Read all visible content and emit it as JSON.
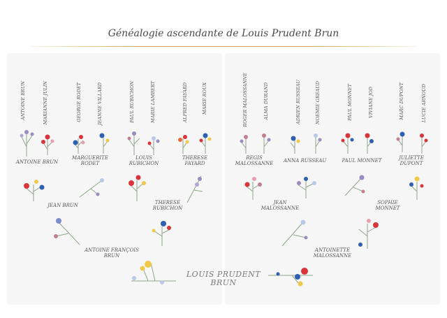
{
  "title": "Généalogie ascendante de Louis Prudent Brun",
  "generation4": [
    "ANTOINE BRUN",
    "MARIANNE JULIN",
    "GEORGE RODET",
    "JEANNE VILLARD",
    "PAUL RUBICHON",
    "MARIE LAMBERT",
    "ALFRED FAYARD",
    "MARIE ROUX",
    "ROGER MALOSSANNE",
    "ALMA DURAND",
    "ADRIEN RUSSEAU",
    "NOEMIE GREAUD",
    "PAUL MONNET",
    "VIVIANE JOD",
    "MARC DUPONT",
    "LUCIE ARNOUD"
  ],
  "generation3": [
    "ANTOINE BRUN",
    "MARGUERITE RODET",
    "LOUIS RUBICHON",
    "THERESE FAYARD",
    "REGIS MALOSSANNE",
    "ANNA RUSSEAU",
    "PAUL MONNET",
    "JULIETTE DUPONT"
  ],
  "generation2": [
    "JEAN BRUN",
    "THERESE RUBICHON",
    "JEAN MALOSSANNE",
    "SOPHIE MONNET"
  ],
  "generation1": [
    "ANTOINE FRANÇOIS BRUN",
    "ANTOINETTE MALOSSANNE"
  ],
  "root": "LOUIS PRUDENT BRUN",
  "colors": {
    "accent": "#c9a24a",
    "red": "#d9343a",
    "blue": "#2f5fb0",
    "lavender": "#9a8cc0",
    "yellow": "#f0c84a",
    "leaf": "#8fa88a"
  }
}
